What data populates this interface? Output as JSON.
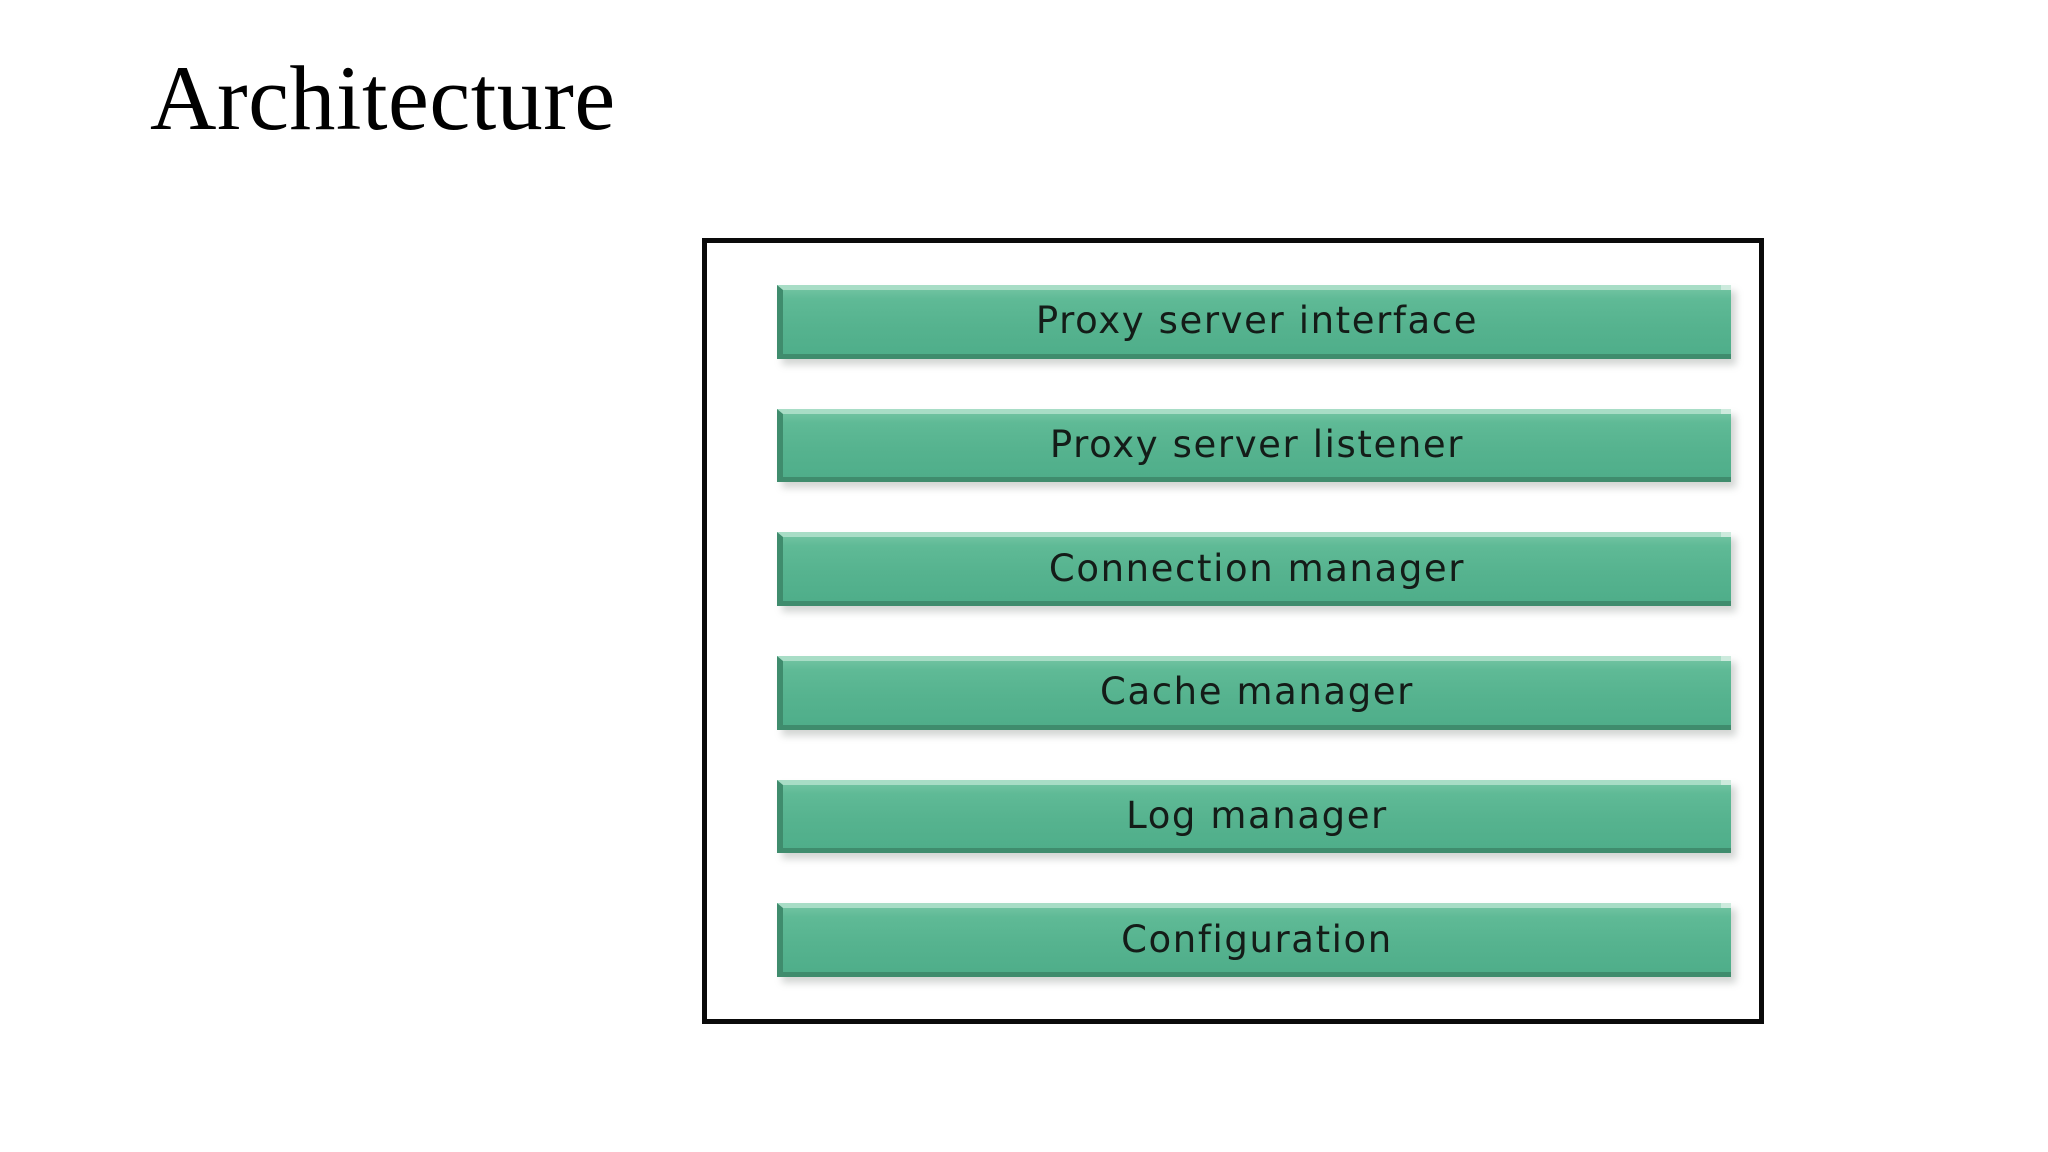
{
  "slide": {
    "title": "Architecture",
    "background_color": "#ffffff"
  },
  "diagram": {
    "name": "architecture-component-stack",
    "frame_border_color": "#0a0a0a",
    "frame_fill_color": "#ffffff",
    "box_fill_color": "#56b38f",
    "box_highlight_color": "#a8ddc6",
    "box_shadow_color": "#3f8c6d",
    "label_color": "#141c18",
    "components": [
      {
        "label": "Proxy server interface"
      },
      {
        "label": "Proxy server listener"
      },
      {
        "label": "Connection manager"
      },
      {
        "label": "Cache manager"
      },
      {
        "label": "Log manager"
      },
      {
        "label": "Configuration"
      }
    ]
  }
}
